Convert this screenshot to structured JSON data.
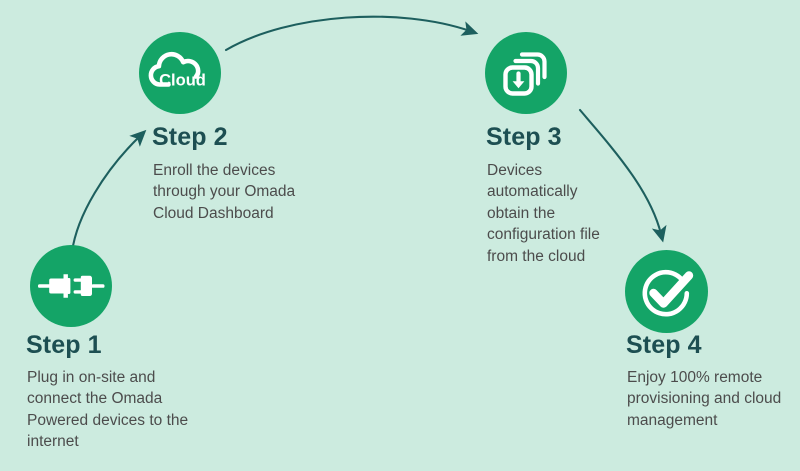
{
  "theme": {
    "background": "#CCEBDF",
    "accent_green": "#14A467",
    "heading_color": "#1D4F52",
    "body_color": "#4C4C4C",
    "arrow_color": "#1D5F5E",
    "icon_color": "#FFFFFF"
  },
  "diagram": {
    "type": "process-flow",
    "step_count": 4,
    "steps": [
      {
        "id": "step-1",
        "title": "Step 1",
        "description": "Plug in on-site and connect the Omada Powered devices to the internet",
        "icon_name": "plug-connector-icon",
        "icon_label": ""
      },
      {
        "id": "step-2",
        "title": "Step 2",
        "description": "Enroll the devices through your Omada Cloud Dashboard",
        "icon_name": "cloud-icon",
        "icon_label": "Cloud"
      },
      {
        "id": "step-3",
        "title": "Step 3",
        "description": "Devices automatically obtain the configuration file from the cloud",
        "icon_name": "download-stacked-files-icon",
        "icon_label": ""
      },
      {
        "id": "step-4",
        "title": "Step 4",
        "description": "Enjoy 100% remote provisioning and cloud management",
        "icon_name": "check-circle-icon",
        "icon_label": ""
      }
    ],
    "connectors": [
      {
        "id": "arrow-1-to-2",
        "from": "step-1",
        "to": "step-2"
      },
      {
        "id": "arrow-2-to-3",
        "from": "step-2",
        "to": "step-3"
      },
      {
        "id": "arrow-3-to-4",
        "from": "step-3",
        "to": "step-4"
      }
    ]
  }
}
